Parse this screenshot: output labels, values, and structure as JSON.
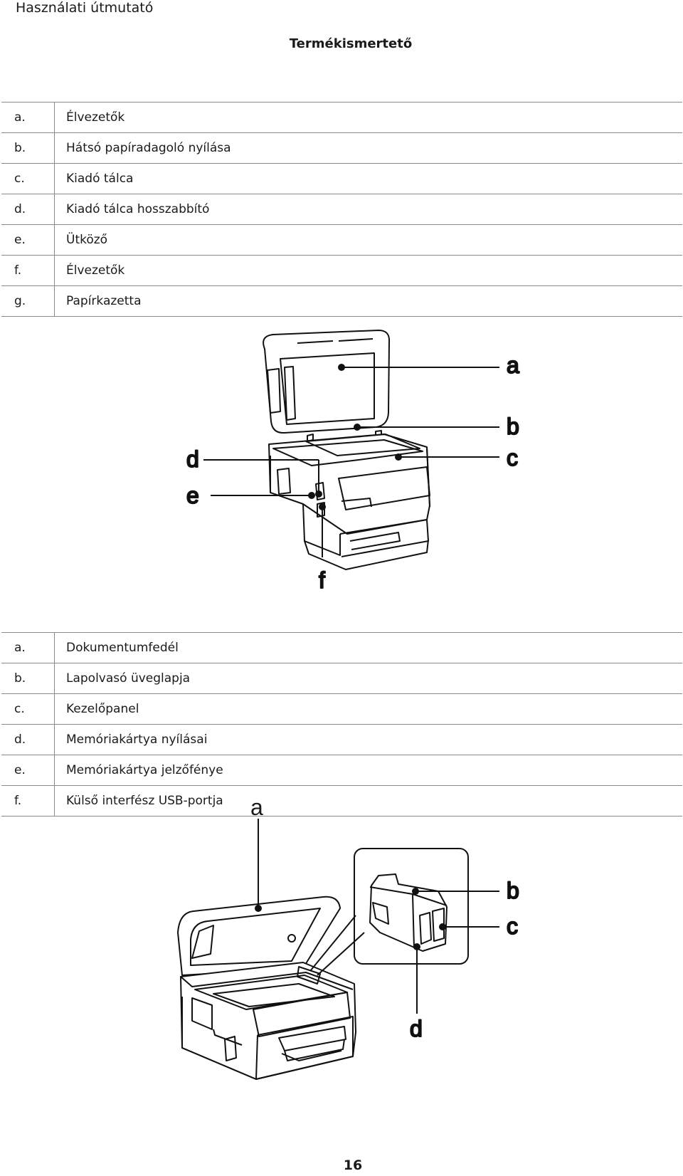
{
  "header": {
    "running_title": "Használati útmutató"
  },
  "section_title": "Termékismertető",
  "legend_1": [
    {
      "key": "a.",
      "label": "Élvezetők"
    },
    {
      "key": "b.",
      "label": "Hátsó papíradagoló nyílása"
    },
    {
      "key": "c.",
      "label": "Kiadó tálca"
    },
    {
      "key": "d.",
      "label": "Kiadó tálca hosszabbító"
    },
    {
      "key": "e.",
      "label": "Ütköző"
    },
    {
      "key": "f.",
      "label": "Élvezetők"
    },
    {
      "key": "g.",
      "label": "Papírkazetta"
    }
  ],
  "figure_1": {
    "callouts": {
      "a": "a",
      "b": "b",
      "c": "c",
      "d": "d",
      "e": "e",
      "f": "f"
    }
  },
  "legend_2": [
    {
      "key": "a.",
      "label": "Dokumentumfedél"
    },
    {
      "key": "b.",
      "label": "Lapolvasó üveglapja"
    },
    {
      "key": "c.",
      "label": "Kezelőpanel"
    },
    {
      "key": "d.",
      "label": "Memóriakártya nyílásai"
    },
    {
      "key": "e.",
      "label": "Memóriakártya jelzőfénye"
    },
    {
      "key": "f.",
      "label": "Külső interfész USB-portja"
    }
  ],
  "figure_2": {
    "callouts": {
      "a": "a",
      "b": "b",
      "c": "c",
      "d": "d"
    }
  },
  "page_number": "16"
}
